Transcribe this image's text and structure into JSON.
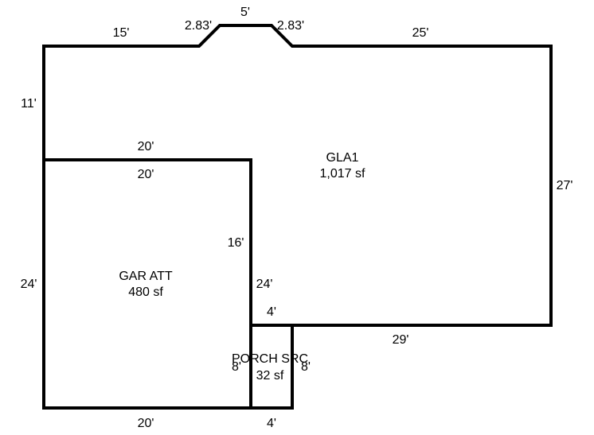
{
  "areas": {
    "gla1": {
      "name": "GLA1",
      "size": "1,017 sf"
    },
    "garage": {
      "name": "GAR ATT",
      "size": "480 sf"
    },
    "porch": {
      "name": "PORCH SRC",
      "size": "32 sf"
    }
  },
  "dimensions": {
    "gla1_top_left": "15'",
    "gla1_bay_left": "2.83'",
    "gla1_bay_top": "5'",
    "gla1_bay_right": "2.83'",
    "gla1_top_right": "25'",
    "gla1_left_upper": "11'",
    "gla1_right": "27'",
    "gla1_bottom": "29'",
    "gla1_garage_top": "20'",
    "gla1_garage_side": "24'",
    "gla1_porch_top": "4'",
    "garage_top": "20'",
    "garage_left": "24'",
    "garage_right": "16'",
    "garage_bottom": "20'",
    "porch_left": "8'",
    "porch_right": "8'",
    "porch_bottom": "4'"
  },
  "colors": {
    "line": "#000000",
    "background": "#ffffff"
  }
}
